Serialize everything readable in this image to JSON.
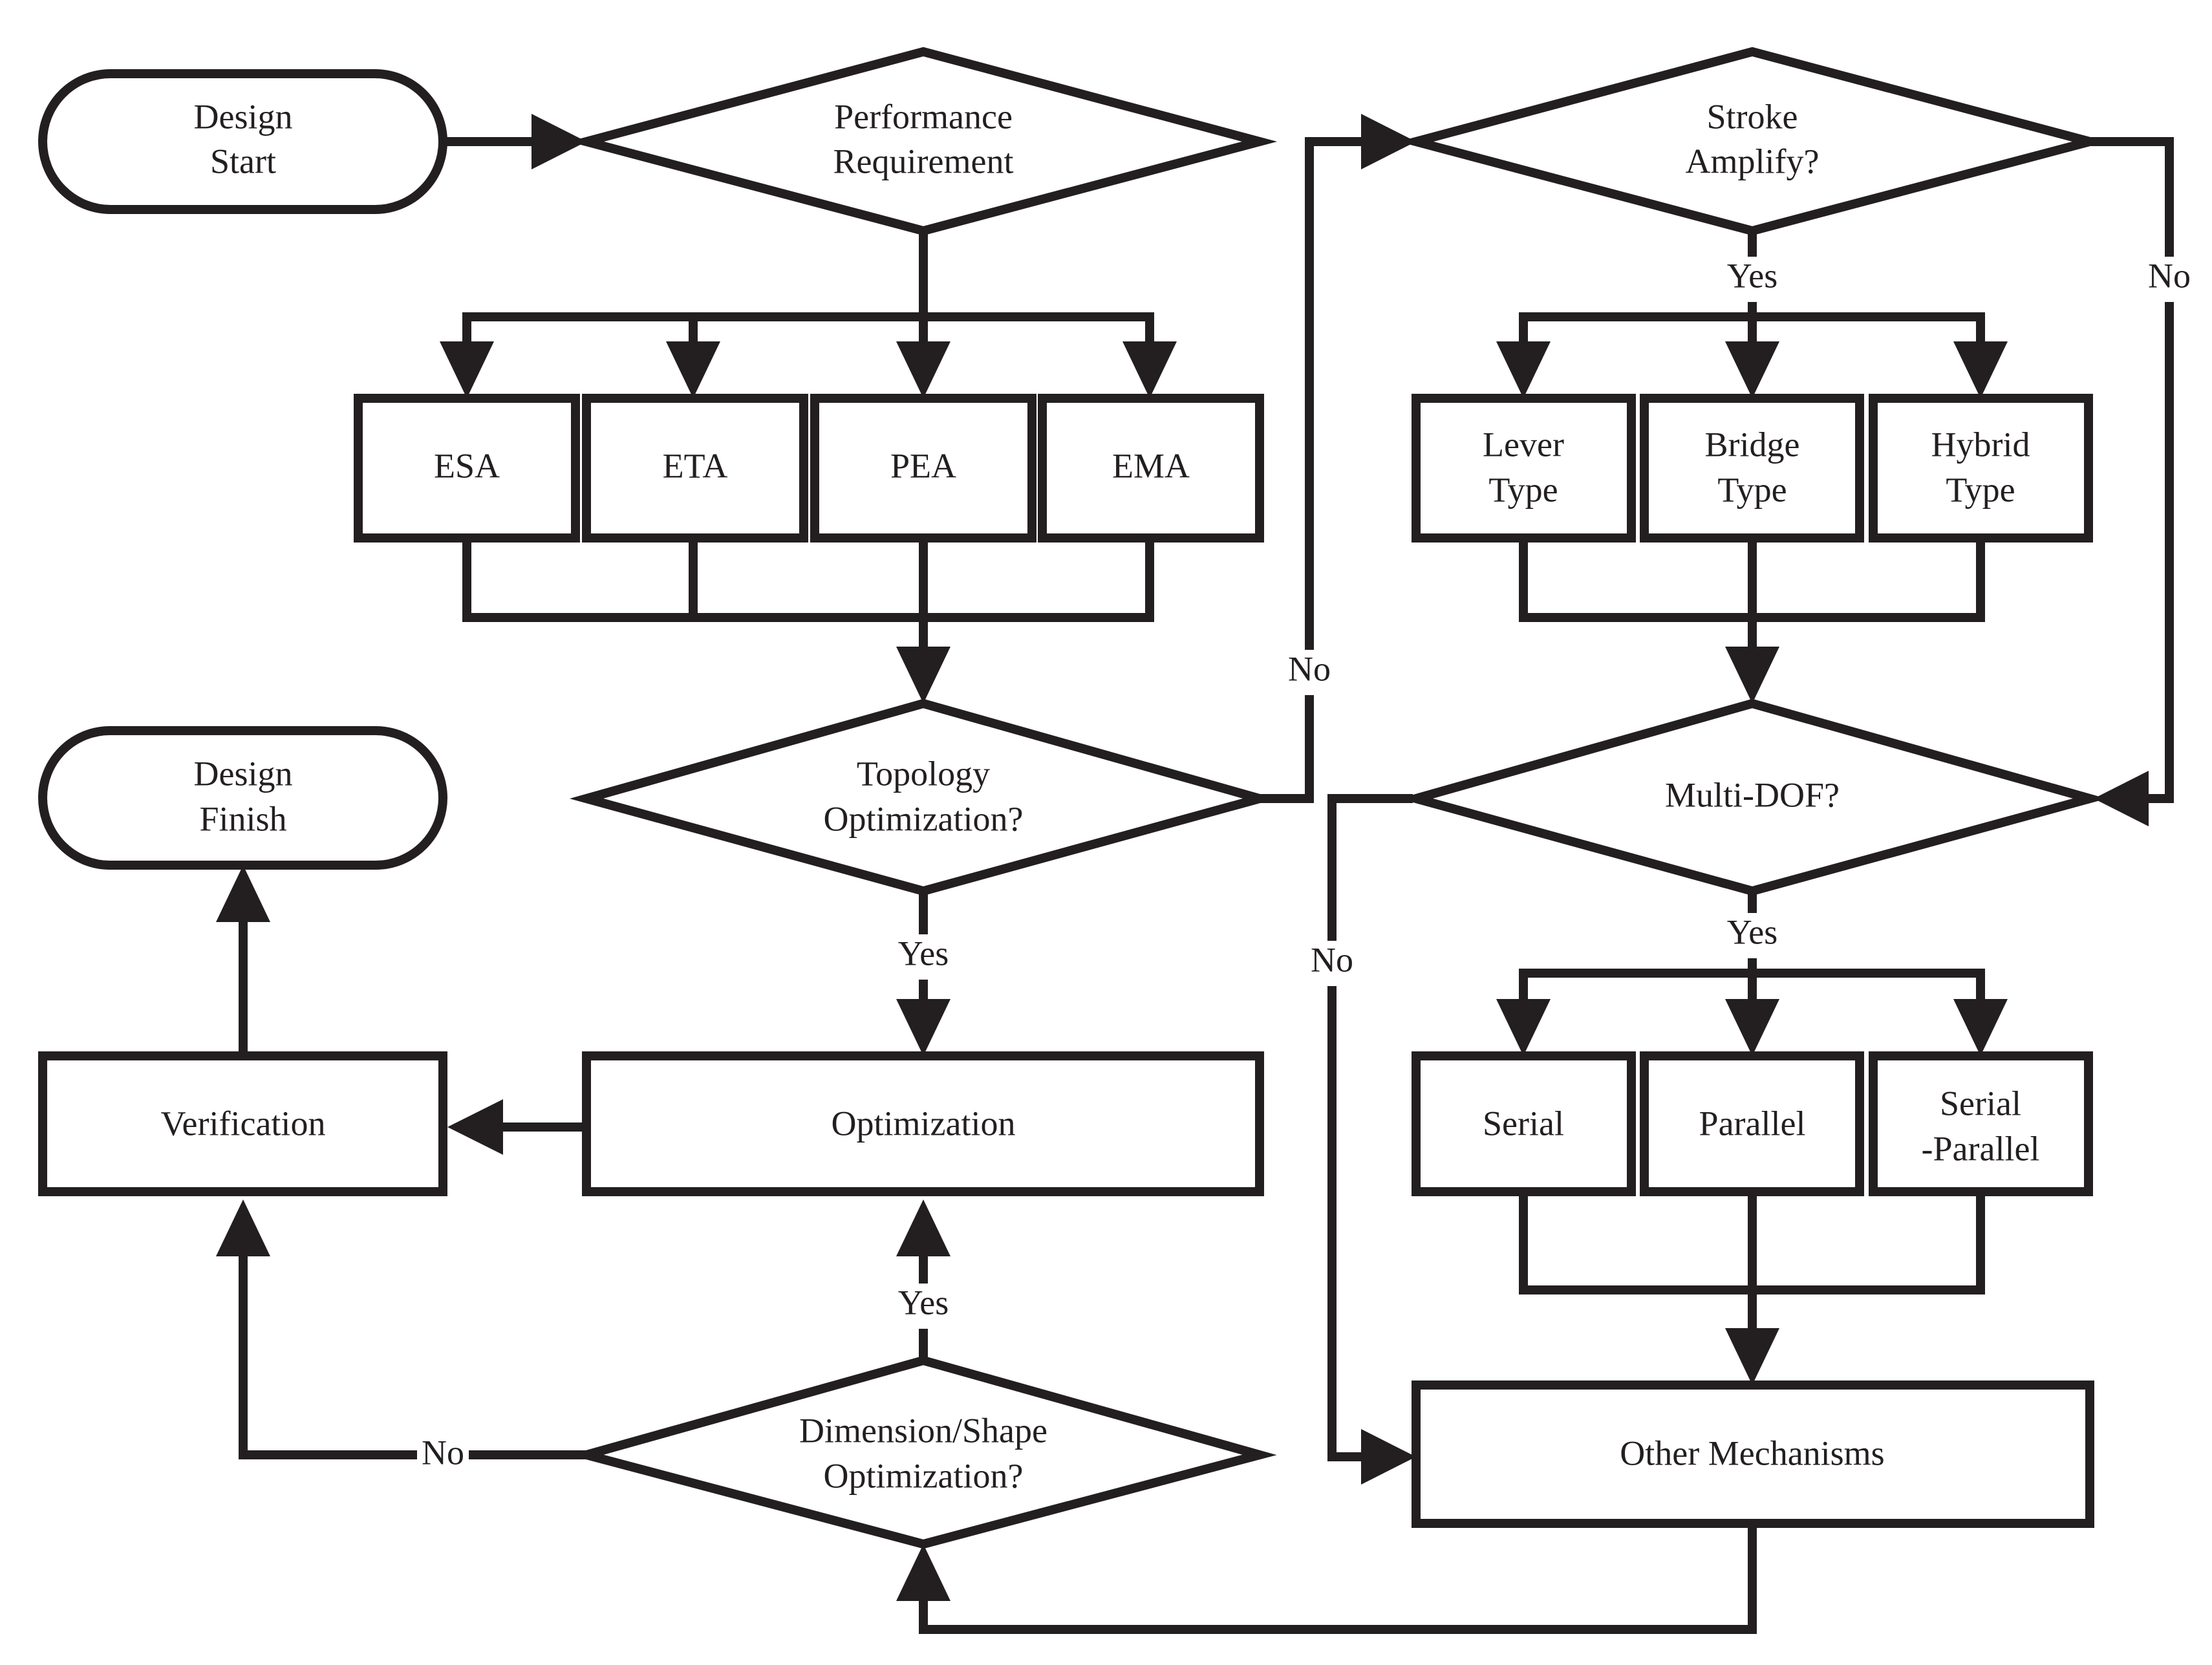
{
  "nodes": {
    "design_start": [
      "Design",
      "Start"
    ],
    "performance_requirement": [
      "Performance",
      "Requirement"
    ],
    "esa": "ESA",
    "eta": "ETA",
    "pea": "PEA",
    "ema": "EMA",
    "topology_optimization": [
      "Topology",
      "Optimization?"
    ],
    "design_finish": [
      "Design",
      "Finish"
    ],
    "verification": "Verification",
    "optimization": "Optimization",
    "dimension_shape_optimization": [
      "Dimension/Shape",
      "Optimization?"
    ],
    "stroke_amplify": [
      "Stroke",
      "Amplify?"
    ],
    "lever_type": [
      "Lever",
      "Type"
    ],
    "bridge_type": [
      "Bridge",
      "Type"
    ],
    "hybrid_type": [
      "Hybrid",
      "Type"
    ],
    "multi_dof": "Multi-DOF?",
    "serial": "Serial",
    "parallel": "Parallel",
    "serial_parallel": [
      "Serial",
      "-Parallel"
    ],
    "other_mechanisms": "Other Mechanisms"
  },
  "edge_labels": {
    "topology_no": "No",
    "topology_yes": "Yes",
    "stroke_yes": "Yes",
    "stroke_no": "No",
    "multidof_yes": "Yes",
    "multidof_no": "No",
    "dimension_yes": "Yes",
    "dimension_no": "No"
  },
  "colors": {
    "ink": "#231f20",
    "background": "#ffffff"
  }
}
